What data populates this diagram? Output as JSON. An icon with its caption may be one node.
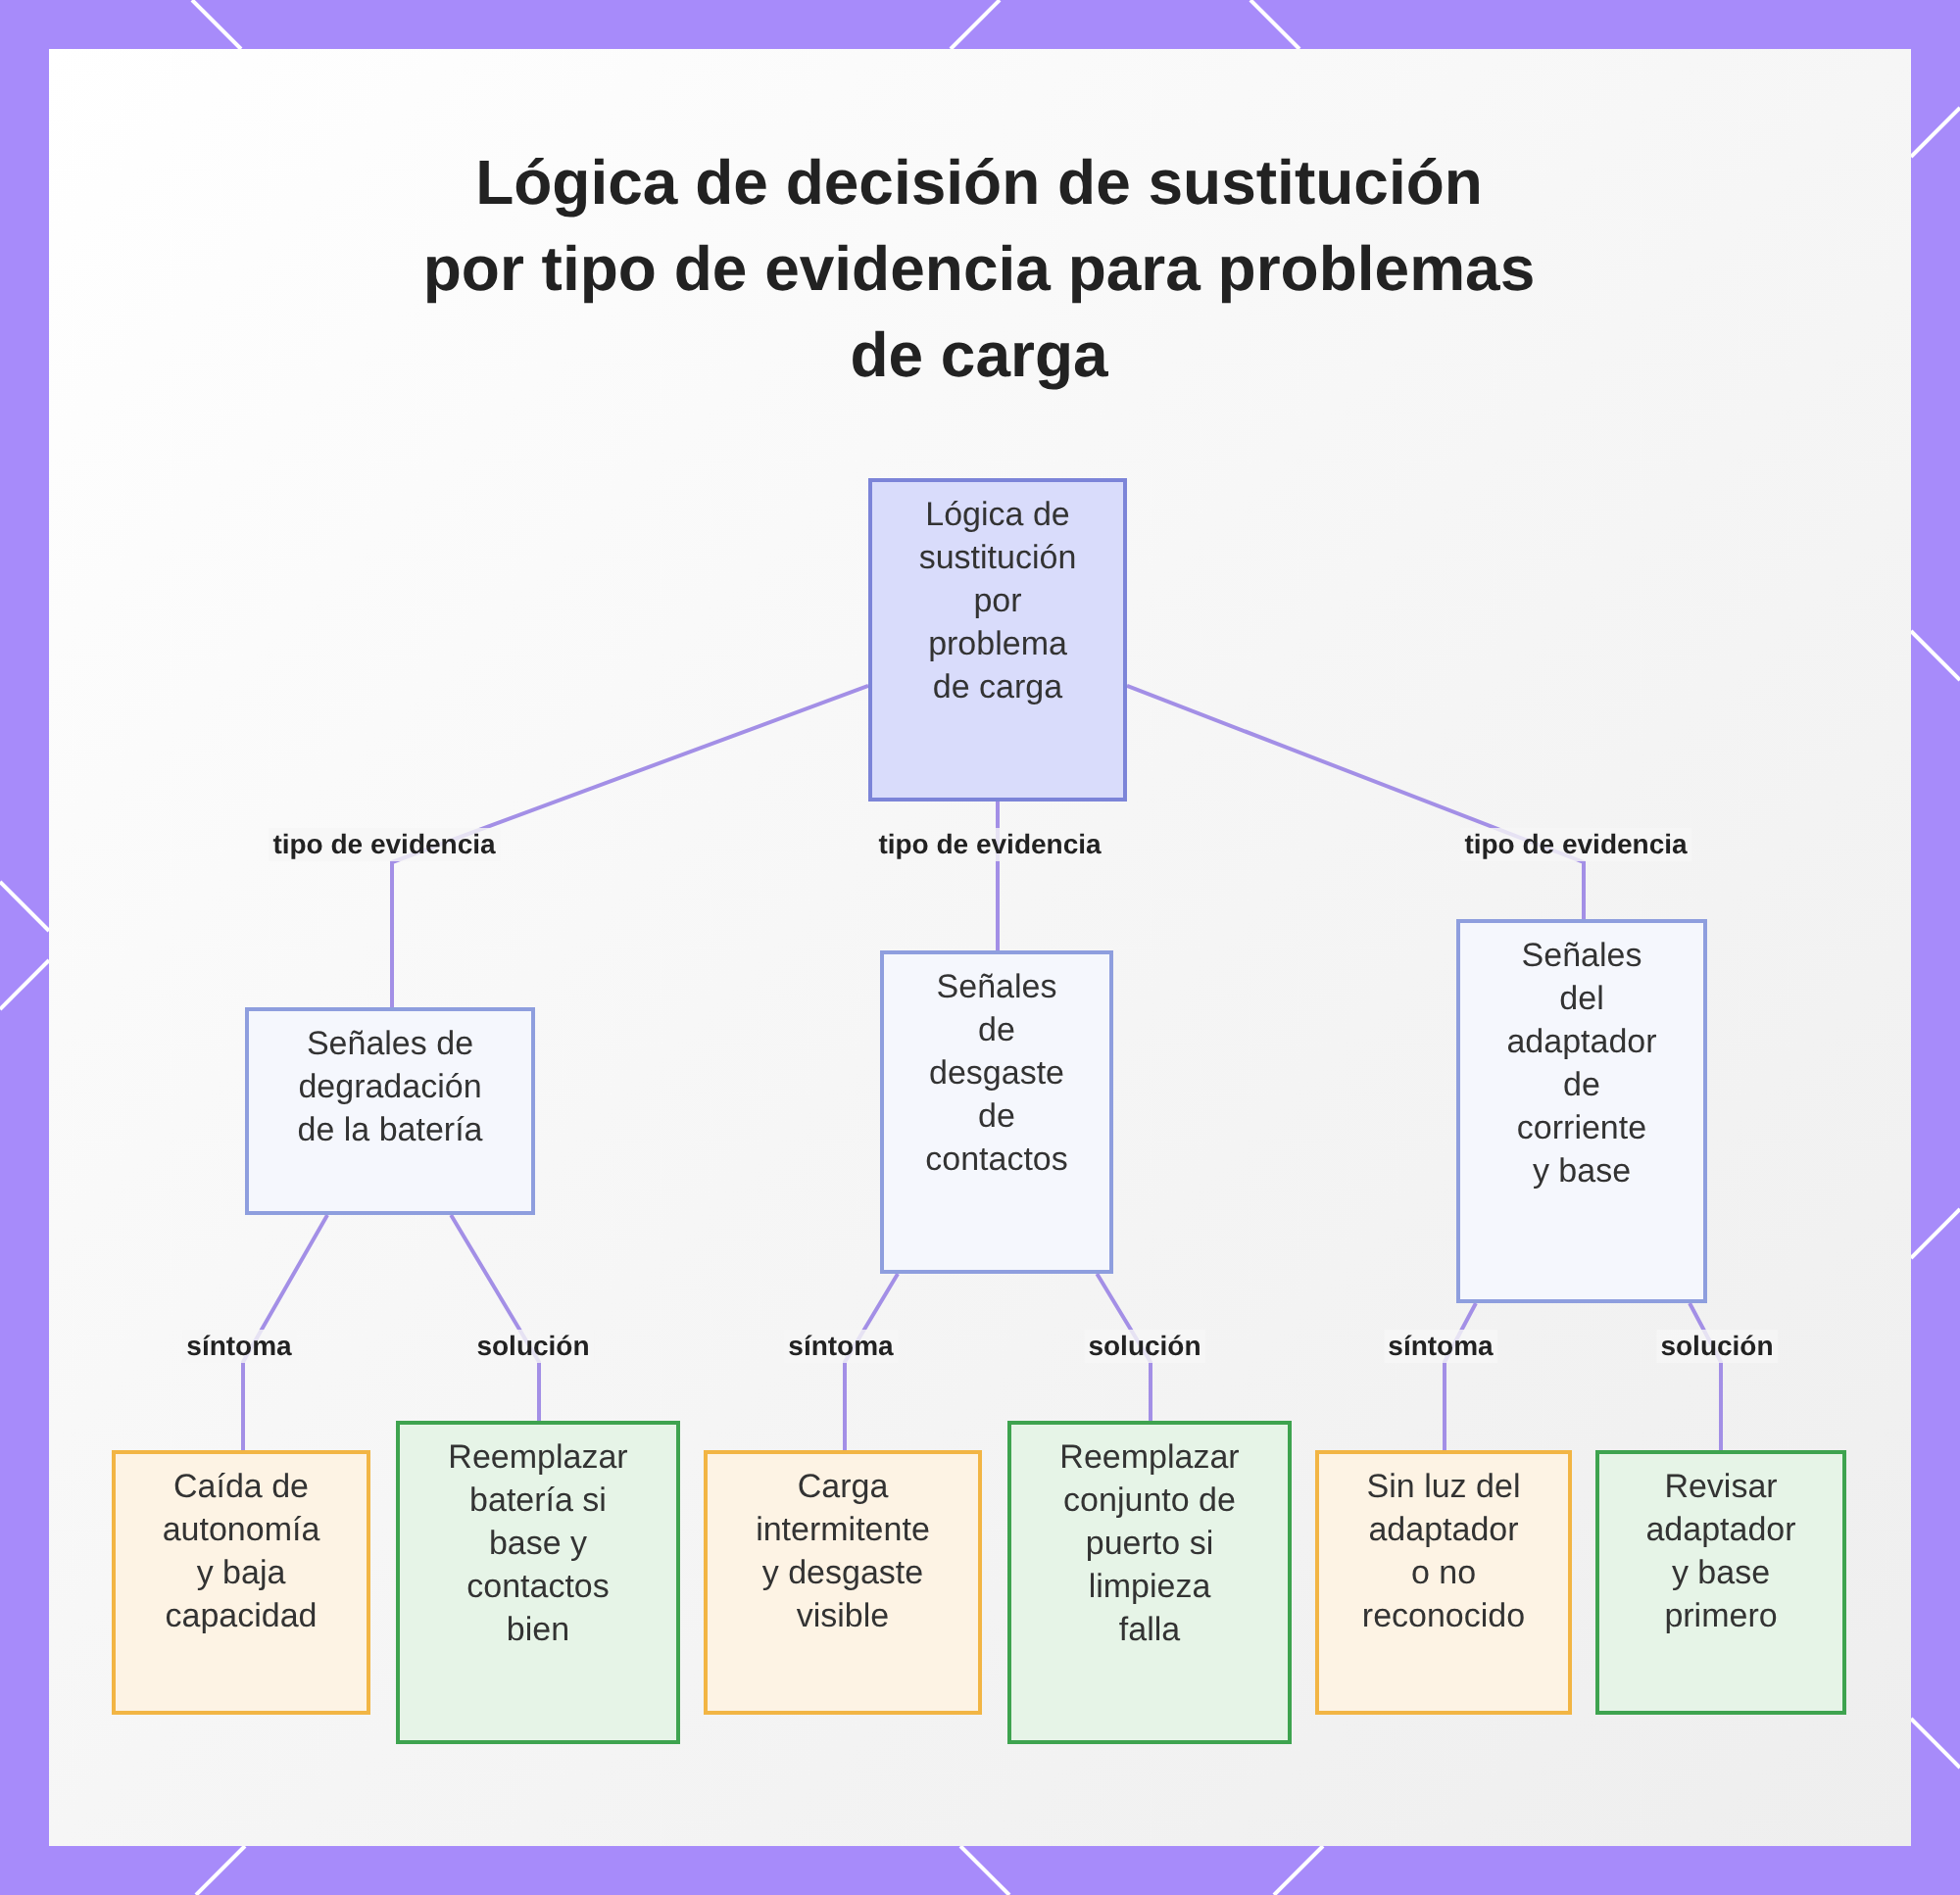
{
  "diagram": {
    "title": "Lógica de decisión de sustitución por tipo de evidencia para problemas de carga",
    "nodes": [
      {
        "text": [
          "Lógica de sustitución por problema de carga"
        ]
      },
      {
        "text": [
          "Señales de degradación de la batería"
        ]
      },
      {
        "text": [
          "Señales de desgaste de contactos"
        ]
      },
      {
        "text": [
          "Señales del adaptador de corriente y base"
        ]
      },
      {
        "text": [
          "Caída de autonomía y baja capacidad"
        ]
      },
      {
        "text": [
          "Reemplazar batería si base y contactos bien"
        ]
      },
      {
        "text": [
          "Carga intermitente y desgaste visible"
        ]
      },
      {
        "text": [
          "Reemplazar conjunto de puerto si limpieza falla"
        ]
      },
      {
        "text": [
          "Sin luz del adaptador o no reconocido"
        ]
      },
      {
        "text": [
          "Revisar adaptador y base primero"
        ]
      }
    ],
    "edges": [
      {
        "from": 0,
        "to": 1,
        "arrow": "none",
        "label": "tipo de evidencia"
      },
      {
        "from": 0,
        "to": 2,
        "arrow": "none",
        "label": "tipo de evidencia"
      },
      {
        "from": 0,
        "to": 3,
        "arrow": "none",
        "label": "tipo de evidencia"
      },
      {
        "from": 1,
        "to": 4,
        "arrow": "none",
        "label": "síntoma"
      },
      {
        "from": 1,
        "to": 5,
        "arrow": "none",
        "label": "solución"
      },
      {
        "from": 2,
        "to": 6,
        "arrow": "none",
        "label": "síntoma"
      },
      {
        "from": 2,
        "to": 7,
        "arrow": "none",
        "label": "solución"
      },
      {
        "from": 3,
        "to": 8,
        "arrow": "none",
        "label": "síntoma"
      },
      {
        "from": 3,
        "to": 9,
        "arrow": "none",
        "label": "solución"
      }
    ]
  }
}
